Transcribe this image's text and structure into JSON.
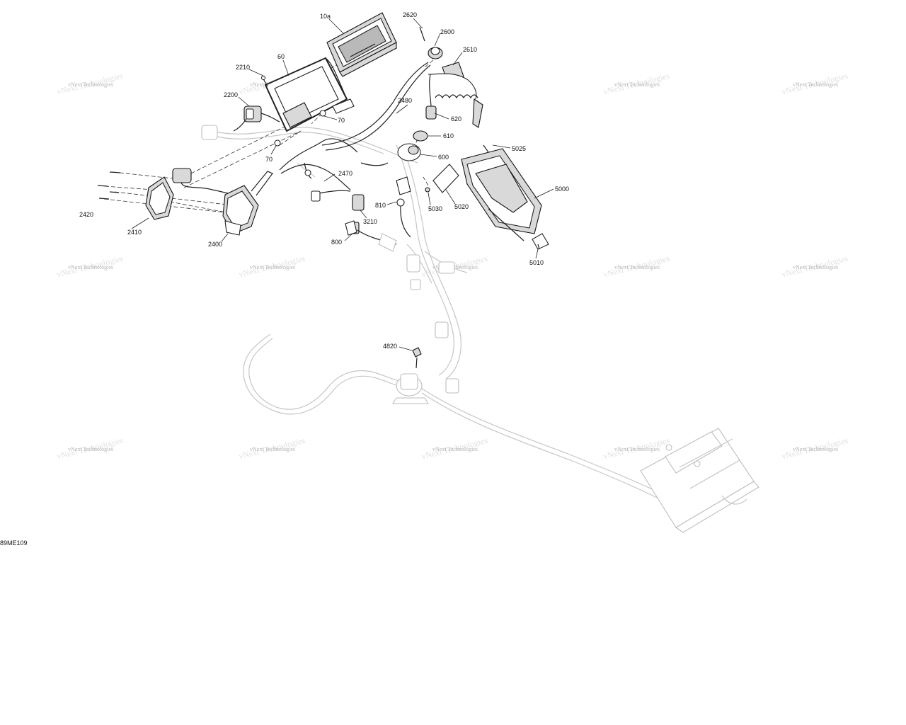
{
  "diagram": {
    "code": "89ME109",
    "watermark": "vNext Technologies",
    "callouts": {
      "c10a": "10a",
      "c2620": "2620",
      "c2600": "2600",
      "c2610": "2610",
      "c60": "60",
      "c2210": "2210",
      "c2200": "2200",
      "c70a": "70",
      "c70b": "70",
      "c2480": "2480",
      "c620": "620",
      "c610": "610",
      "c600": "600",
      "c5025": "5025",
      "c5000": "5000",
      "c5020": "5020",
      "c5030": "5030",
      "c5010": "5010",
      "c2470": "2470",
      "c810": "810",
      "c3210": "3210",
      "c800": "800",
      "c2420": "2420",
      "c2410": "2410",
      "c2400": "2400",
      "c4820": "4820"
    }
  }
}
